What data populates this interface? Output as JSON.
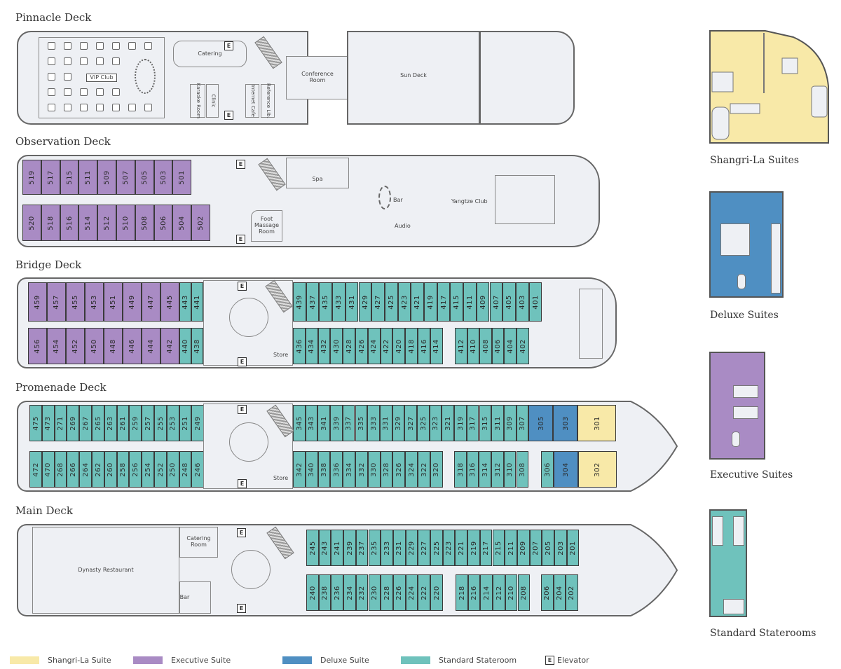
{
  "colors": {
    "shangri_la_suite": "#f8e9a8",
    "executive_suite": "#a98bc4",
    "deluxe_suite": "#4f8fc2",
    "standard_stateroom": "#6fc2bc",
    "deck_floor": "#eef0f4",
    "outline": "#666666"
  },
  "decks": {
    "pinnacle": {
      "title": "Pinnacle Deck",
      "areas": {
        "vip_club": "VIP Club",
        "catering": "Catering",
        "conference_room": "Conference Room",
        "sun_deck": "Sun Deck",
        "karaoke_room": "Karaoke Room",
        "clinic": "Clinic",
        "internet_cafe": "Internet Cafe",
        "reference_lib": "Reference Lib."
      }
    },
    "observation": {
      "title": "Observation Deck",
      "areas": {
        "spa": "Spa",
        "bar": "Bar",
        "audio": "Audio",
        "yangtze_club": "Yangtze Club",
        "foot_massage_room": "Foot Massage Room"
      },
      "cabins_top": [
        "519",
        "517",
        "515",
        "511",
        "509",
        "507",
        "505",
        "503",
        "501"
      ],
      "cabins_bottom": [
        "520",
        "518",
        "516",
        "514",
        "512",
        "510",
        "508",
        "506",
        "504",
        "502"
      ]
    },
    "bridge": {
      "title": "Bridge Deck",
      "areas": {
        "store": "Store"
      },
      "cabins_top_exec": [
        "459",
        "457",
        "455",
        "453",
        "451",
        "449",
        "447",
        "445"
      ],
      "cabins_top_std_a": [
        "443",
        "441"
      ],
      "cabins_top_std_b": [
        "439",
        "437",
        "435",
        "433",
        "431",
        "429",
        "427",
        "425",
        "423",
        "421",
        "419",
        "417",
        "415",
        "411",
        "409",
        "407",
        "405",
        "403",
        "401"
      ],
      "cabins_bottom_exec": [
        "456",
        "454",
        "452",
        "450",
        "448",
        "446",
        "444",
        "442"
      ],
      "cabins_bottom_std_a": [
        "440",
        "438"
      ],
      "cabins_bottom_std_b": [
        "436",
        "434",
        "432",
        "430",
        "428",
        "426",
        "424",
        "422",
        "420",
        "418",
        "416",
        "414"
      ],
      "cabins_bottom_std_c": [
        "412",
        "410",
        "408",
        "406",
        "404",
        "402"
      ]
    },
    "promenade": {
      "title": "Promenade Deck",
      "areas": {
        "store": "Store"
      },
      "cabins_top_a": [
        "475",
        "473",
        "271",
        "269",
        "267",
        "265",
        "263",
        "261",
        "259",
        "257",
        "255",
        "253",
        "251",
        "249"
      ],
      "cabins_top_b": [
        "345",
        "343",
        "341",
        "339",
        "337",
        "335",
        "333",
        "331",
        "329",
        "327",
        "325",
        "323",
        "321",
        "319",
        "317",
        "315",
        "311",
        "309",
        "307"
      ],
      "cabins_top_deluxe": [
        "305",
        "303"
      ],
      "cabins_top_shangri": [
        "301"
      ],
      "cabins_bottom_a": [
        "472",
        "470",
        "268",
        "266",
        "264",
        "262",
        "260",
        "258",
        "256",
        "254",
        "252",
        "250",
        "248",
        "246"
      ],
      "cabins_bottom_b": [
        "342",
        "340",
        "338",
        "336",
        "334",
        "332",
        "330",
        "328",
        "326",
        "324",
        "322",
        "320"
      ],
      "cabins_bottom_c": [
        "318",
        "316",
        "314",
        "312",
        "310",
        "308"
      ],
      "cabins_bottom_d": [
        "306"
      ],
      "cabins_bottom_deluxe": [
        "304"
      ],
      "cabins_bottom_shangri": [
        "302"
      ]
    },
    "main": {
      "title": "Main Deck",
      "areas": {
        "dynasty_restaurant": "Dynasty Restaurant",
        "catering_room": "Catering Room",
        "bar": "Bar"
      },
      "cabins_top": [
        "245",
        "243",
        "241",
        "239",
        "237",
        "235",
        "233",
        "231",
        "229",
        "227",
        "225",
        "223",
        "221",
        "219",
        "217",
        "215",
        "211",
        "209",
        "207",
        "205",
        "203",
        "201"
      ],
      "cabins_bottom_a": [
        "240",
        "238",
        "236",
        "234",
        "232",
        "230",
        "228",
        "226",
        "224",
        "222",
        "220"
      ],
      "cabins_bottom_b": [
        "218",
        "216",
        "214",
        "212",
        "210",
        "208"
      ],
      "cabins_bottom_c": [
        "206",
        "204",
        "202"
      ]
    }
  },
  "elevator_glyph": "E",
  "room_types": [
    {
      "key": "shangri",
      "label": "Shangri-La Suites"
    },
    {
      "key": "deluxe",
      "label": "Deluxe Suites"
    },
    {
      "key": "executive",
      "label": "Executive Suites"
    },
    {
      "key": "standard",
      "label": "Standard Staterooms"
    }
  ],
  "legend": [
    {
      "label": "Shangri-La Suite",
      "color": "#f8e9a8"
    },
    {
      "label": "Executive Suite",
      "color": "#a98bc4"
    },
    {
      "label": "Deluxe Suite",
      "color": "#4f8fc2"
    },
    {
      "label": "Standard Stateroom",
      "color": "#6fc2bc"
    },
    {
      "label": "Elevator",
      "glyph": "E"
    }
  ]
}
